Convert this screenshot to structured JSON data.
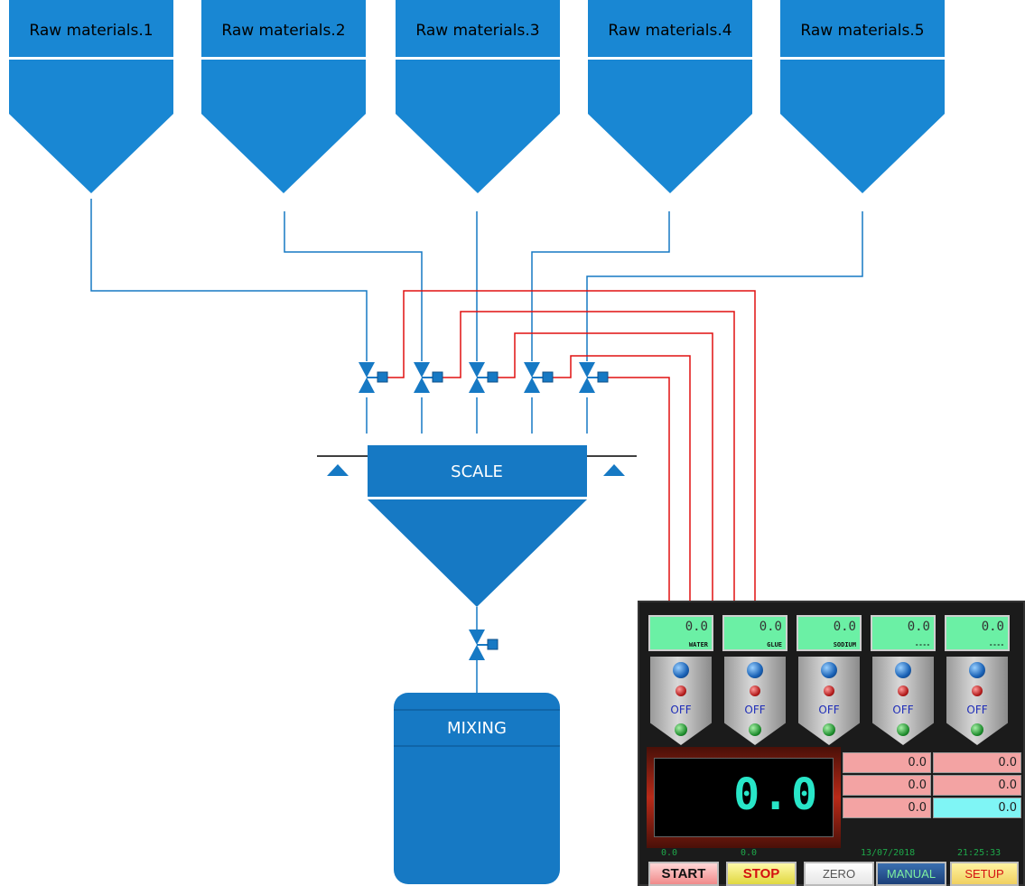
{
  "hoppers": [
    {
      "label": "Raw materials.1"
    },
    {
      "label": "Raw materials.2"
    },
    {
      "label": "Raw materials.3"
    },
    {
      "label": "Raw materials.4"
    },
    {
      "label": "Raw materials.5"
    }
  ],
  "scale": {
    "label": "SCALE"
  },
  "mixing": {
    "label": "MIXING"
  },
  "colors": {
    "process_blue": "#1679c4",
    "hopper_blue": "#1987d3",
    "signal_red": "#e01010"
  },
  "hmi": {
    "channels": [
      {
        "value": "0.0",
        "name": "WATER",
        "state": "OFF"
      },
      {
        "value": "0.0",
        "name": "GLUE",
        "state": "OFF"
      },
      {
        "value": "0.0",
        "name": "SODIUM",
        "state": "OFF"
      },
      {
        "value": "0.0",
        "name": "----",
        "state": "OFF"
      },
      {
        "value": "0.0",
        "name": "----",
        "state": "OFF"
      }
    ],
    "weight_display": "0.0",
    "table": [
      [
        "0.0",
        "0.0"
      ],
      [
        "0.0",
        "0.0"
      ],
      [
        "0.0",
        "0.0"
      ]
    ],
    "status": {
      "left1": "0.0",
      "left2": "0.0",
      "date": "13/07/2018",
      "time": "21:25:33"
    },
    "buttons": {
      "start": "START",
      "stop": "STOP",
      "zero": "ZERO",
      "manual": "MANUAL",
      "setup": "SETUP"
    }
  }
}
